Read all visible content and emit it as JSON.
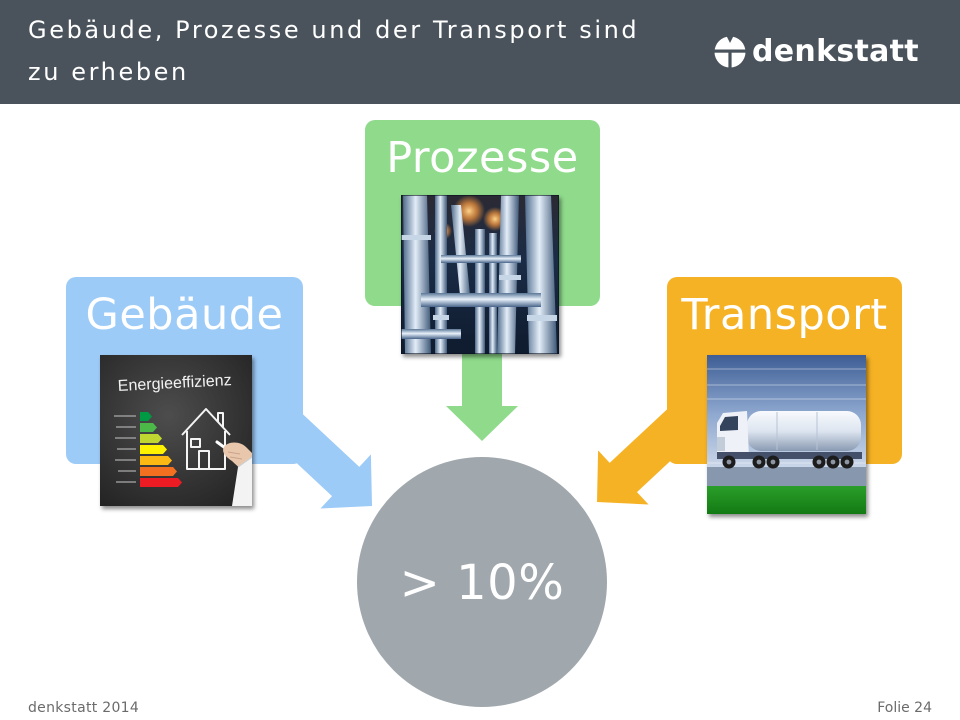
{
  "header": {
    "title": "Gebäude, Prozesse und der Transport sind zu erheben",
    "background_color": "#4a535c"
  },
  "logo": {
    "icon": "denkstatt-logo-icon",
    "text": "denkstatt"
  },
  "diagram": {
    "boxes": [
      {
        "label": "Gebäude",
        "color": "#9dcbf7",
        "image": "energy-efficiency-chalkboard-image",
        "image_text": "Energieeffizienz"
      },
      {
        "label": "Prozesse",
        "color": "#8fdb8b",
        "image": "industrial-pipes-image"
      },
      {
        "label": "Transport",
        "color": "#f6b225",
        "image": "tanker-truck-image"
      }
    ],
    "center": {
      "label": "> 10%",
      "color": "#a0a8ae"
    }
  },
  "footer": {
    "left": "denkstatt 2014",
    "right": "Folie 24"
  }
}
